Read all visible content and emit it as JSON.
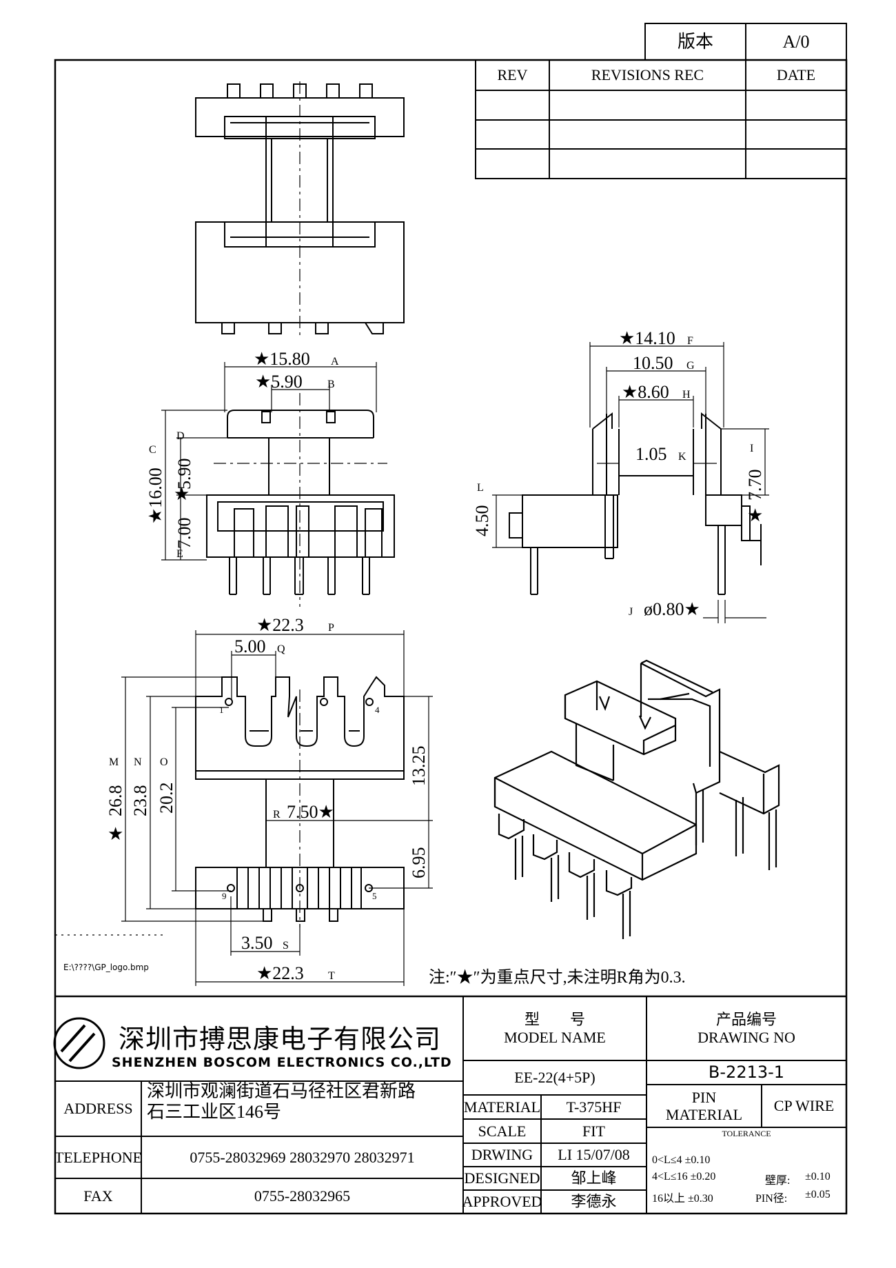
{
  "revision_box": {
    "version_label": "版本",
    "version_value": "A/0"
  },
  "revision_table": {
    "headers": [
      "REV",
      "REVISIONS REC",
      "DATE"
    ],
    "rows": [
      [
        "",
        "",
        ""
      ],
      [
        "",
        "",
        ""
      ],
      [
        "",
        "",
        ""
      ]
    ]
  },
  "dimensions": {
    "front": {
      "a": "★15.80",
      "a_tag": "A",
      "b": "★5.90",
      "b_tag": "B",
      "c": "★16.00",
      "c_tag": "C",
      "d": "5.90",
      "d_tag": "D",
      "e": "7.00",
      "e_tag": "E",
      "e_star": "★"
    },
    "side": {
      "f": "★14.10",
      "f_tag": "F",
      "g": "10.50",
      "g_tag": "G",
      "h": "★8.60",
      "h_tag": "H",
      "i": "7.70",
      "i_tag": "I",
      "i_star": "★",
      "k": "1.05",
      "k_tag": "K",
      "l": "4.50",
      "l_tag": "L",
      "j_tag": "J",
      "j": "ø0.80★"
    },
    "bottom": {
      "p": "★22.3",
      "p_tag": "P",
      "q": "5.00",
      "q_tag": "Q",
      "m": "26.8",
      "m_tag": "M",
      "m_star": "★",
      "n": "23.8",
      "n_tag": "N",
      "o": "20.2",
      "o_tag": "O",
      "r_tag": "R",
      "r": "7.50★",
      "h1": "13.25",
      "h2": "6.95",
      "s": "3.50",
      "s_tag": "S",
      "t": "★22.3",
      "t_tag": "T",
      "pin1": "1",
      "pin4": "4",
      "pin9": "9",
      "pin5": "5"
    }
  },
  "logo_path": "E:\\????\\GP_logo.bmp",
  "note": "注:″★″为重点尺寸,未注明R角为0.3.",
  "title_block": {
    "company_cn": "深圳市搏思康电子有限公司",
    "company_en": "SHENZHEN BOSCOM ELECTRONICS CO.,LTD",
    "model_label_cn": "型　　号",
    "model_label_en": "MODEL NAME",
    "model_value": "EE-22(4+5P)",
    "drawing_label_cn": "产品编号",
    "drawing_label_en": "DRAWING NO",
    "drawing_value": "B-2213-1",
    "address_label": "ADDRESS",
    "address_line1": "深圳市观澜街道石马径社区君新路",
    "address_line2": "石三工业区146号",
    "telephone_label": "TELEPHONE",
    "telephone_value": "0755-28032969 28032970 28032971",
    "fax_label": "FAX",
    "fax_value": "0755-28032965",
    "material_label": "MATERIAL",
    "material_value": "T-375HF",
    "scale_label": "SCALE",
    "scale_value": "FIT",
    "drawing_by_label": "DRWING",
    "drawing_by_value": "LI 15/07/08",
    "designed_label": "DESIGNED",
    "designed_value": "邹上峰",
    "approved_label": "APPROVED",
    "approved_value": "李德永",
    "pin_material_label_1": "PIN",
    "pin_material_label_2": "MATERIAL",
    "pin_material_value": "CP WIRE",
    "tolerance_label": "TOLERANCE",
    "tolerance_line1": "0<L≤4 ±0.10",
    "tolerance_line2": "4<L≤16 ±0.20",
    "tolerance_line3": "16以上 ±0.30",
    "wall_label": "壁厚:",
    "wall_value": "±0.10",
    "pin_dia_label": "PIN径:",
    "pin_dia_value": "±0.05"
  }
}
